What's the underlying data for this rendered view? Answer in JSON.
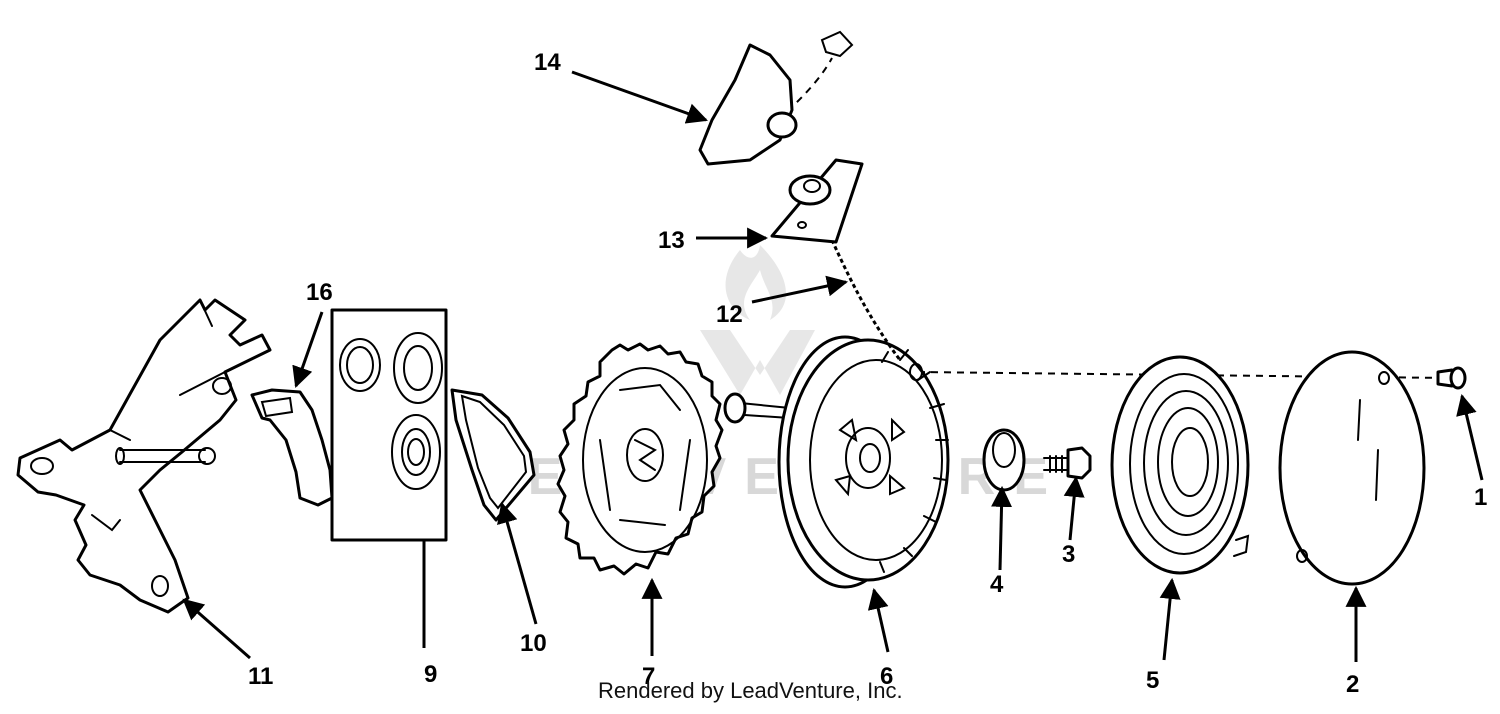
{
  "diagram": {
    "callouts": [
      {
        "id": "1",
        "label": "1"
      },
      {
        "id": "2",
        "label": "2"
      },
      {
        "id": "3",
        "label": "3"
      },
      {
        "id": "4",
        "label": "4"
      },
      {
        "id": "5",
        "label": "5"
      },
      {
        "id": "6",
        "label": "6"
      },
      {
        "id": "7",
        "label": "7"
      },
      {
        "id": "9",
        "label": "9"
      },
      {
        "id": "10",
        "label": "10"
      },
      {
        "id": "11",
        "label": "11"
      },
      {
        "id": "12",
        "label": "12"
      },
      {
        "id": "13",
        "label": "13"
      },
      {
        "id": "14",
        "label": "14"
      },
      {
        "id": "16",
        "label": "16"
      }
    ],
    "watermark_text": "LEADVENTURE",
    "credit": "Rendered by LeadVenture, Inc."
  }
}
